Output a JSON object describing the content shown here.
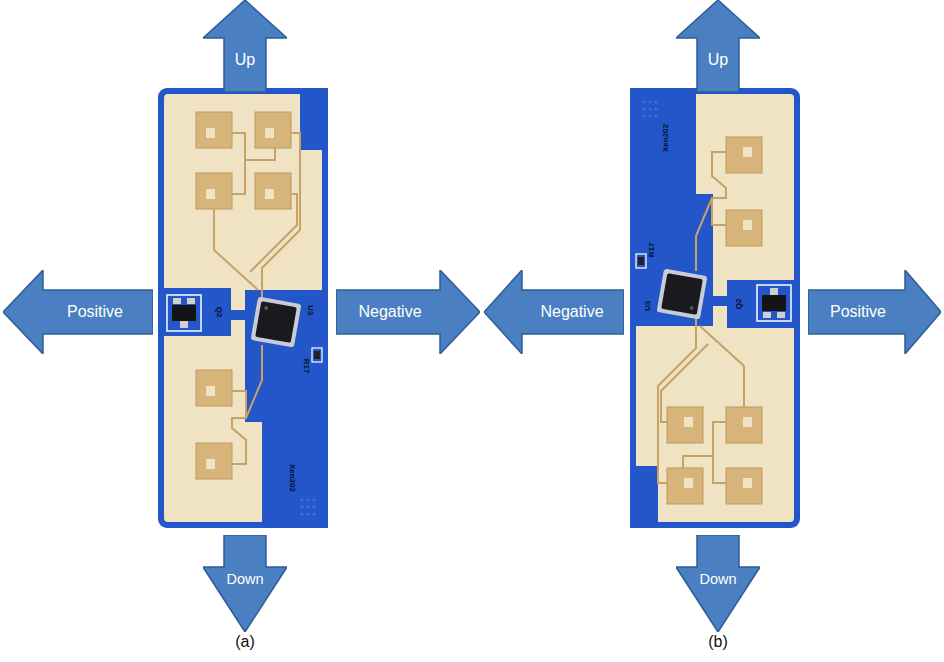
{
  "diagram": {
    "nodes": [
      {
        "text": [
          "Up"
        ]
      },
      {
        "text": [
          "Positive"
        ]
      },
      {
        "text": [
          "Negative"
        ]
      },
      {
        "text": [
          "Down"
        ]
      },
      {
        "text": [
          "Up"
        ]
      },
      {
        "text": [
          "Negative"
        ]
      },
      {
        "text": [
          "Positive"
        ]
      },
      {
        "text": [
          "Down"
        ]
      }
    ],
    "labels": [
      "Xen202",
      "R17",
      "U3",
      "Q2",
      "(a)",
      "Xen202",
      "R17",
      "U3",
      "Q2",
      "(b)"
    ]
  }
}
